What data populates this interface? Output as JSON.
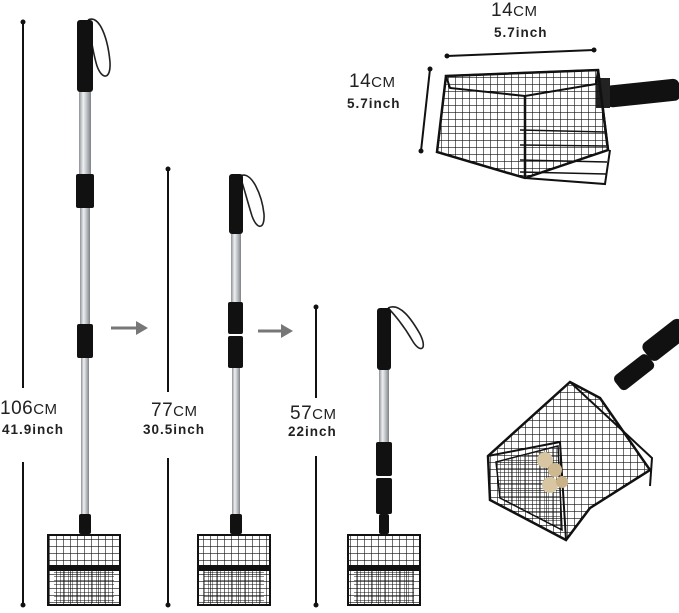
{
  "labels": {
    "tall": {
      "num": "106",
      "unit": "CM",
      "inch": "41.9inch"
    },
    "medium": {
      "num": "77",
      "unit": "CM",
      "inch": "30.5inch"
    },
    "short": {
      "num": "57",
      "unit": "CM",
      "inch": "22inch"
    },
    "width": {
      "num": "14",
      "unit": "CM",
      "inch": "5.7inch"
    },
    "depth": {
      "num": "14",
      "unit": "CM",
      "inch": "5.7inch"
    }
  },
  "colors": {
    "pole": "#bfc3c7",
    "black": "#111111",
    "arrow": "#777777",
    "litter": "#d8c6a2"
  },
  "icons": [
    "arrow-right-icon",
    "arrow-right-icon"
  ]
}
